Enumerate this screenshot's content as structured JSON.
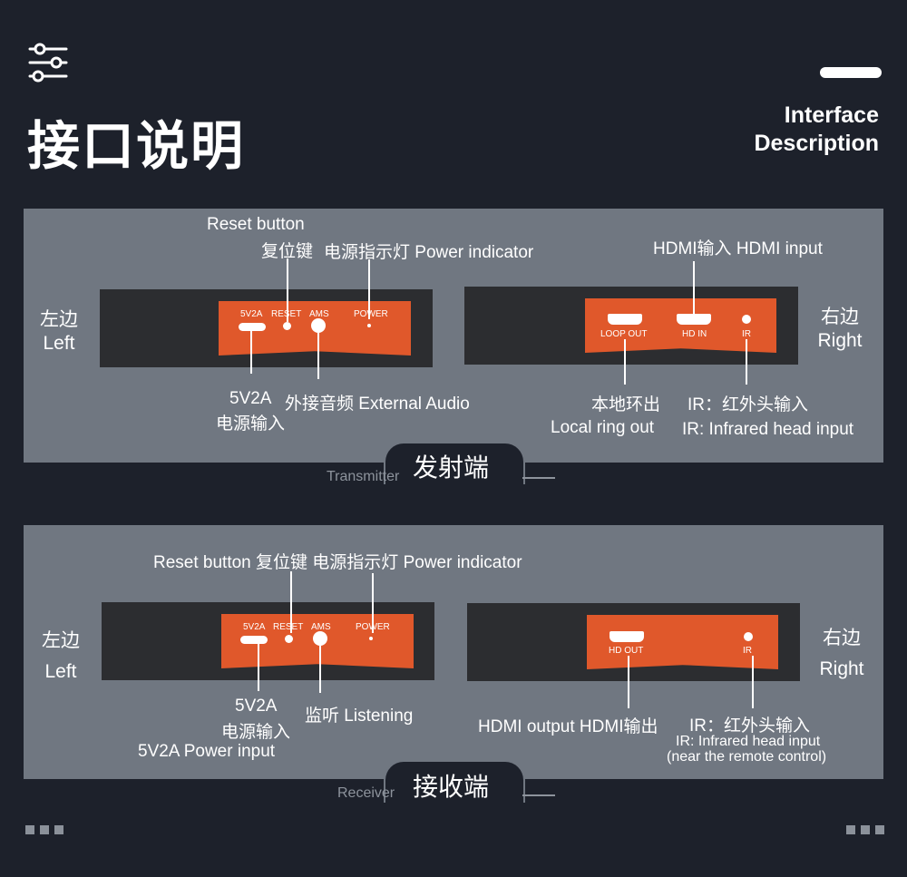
{
  "header": {
    "title_cn": "接口说明",
    "title_en_line1": "Interface",
    "title_en_line2": "Description"
  },
  "transmitter": {
    "left_cn": "左边",
    "left_en": "Left",
    "right_cn": "右边",
    "right_en": "Right",
    "reset_en": "Reset button",
    "reset_cn": "复位键",
    "power_label": "电源指示灯 Power indicator",
    "hdmi_in_label": "HDMI输入 HDMI input",
    "port_5v2a": "5V2A",
    "port_reset": "RESET",
    "port_ams": "AMS",
    "port_power": "POWER",
    "port_loop": "LOOP OUT",
    "port_hdin": "HD IN",
    "port_ir": "IR",
    "lbl_5v2a": "5V2A",
    "lbl_5v2a_cn": "电源输入",
    "lbl_audio": "外接音频 External Audio",
    "lbl_loop_cn": "本地环出",
    "lbl_loop_en": "Local ring out",
    "lbl_ir_cn": "IR：红外头输入",
    "lbl_ir_en": "IR: Infrared head input",
    "tag_cn": "发射端",
    "tag_en": "Transmitter"
  },
  "receiver": {
    "left_cn": "左边",
    "left_en": "Left",
    "right_cn": "右边",
    "right_en": "Right",
    "top_label": "Reset button 复位键 电源指示灯 Power indicator",
    "port_5v2a": "5V2A",
    "port_reset": "RESET",
    "port_ams": "AMS",
    "port_power": "POWER",
    "port_hdout": "HD OUT",
    "port_ir": "IR",
    "lbl_5v2a": "5V2A",
    "lbl_5v2a_cn": "电源输入",
    "lbl_5v2a_en": "5V2A Power input",
    "lbl_listen": "监听 Listening",
    "lbl_hdmi_out": "HDMI output HDMI输出",
    "lbl_ir_cn": "IR：红外头输入",
    "lbl_ir_en1": "IR: Infrared head input",
    "lbl_ir_en2": "(near the remote control)",
    "tag_cn": "接收端",
    "tag_en": "Receiver"
  },
  "colors": {
    "background": "#1d212b",
    "panel": "#707781",
    "device": "#2c2d30",
    "plate": "#e0582b"
  },
  "icons": [
    "sliders-icon",
    "pill-icon",
    "dots-icon"
  ]
}
